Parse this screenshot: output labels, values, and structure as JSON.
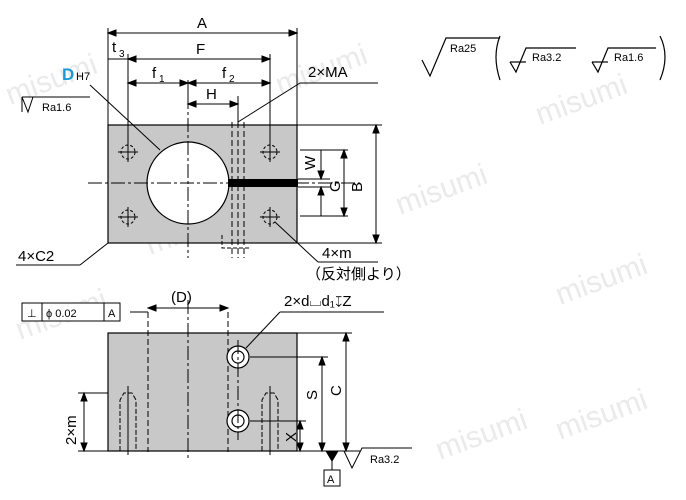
{
  "watermark": "misumi",
  "colors": {
    "part_fill": "#c8c8c8",
    "accent_blue": "#1a9ad6",
    "line": "#000000"
  },
  "top_view": {
    "dims": {
      "A": "A",
      "F": "F",
      "t3": "t",
      "t3_sub": "3",
      "f1": "f",
      "f1_sub": "1",
      "f2": "f",
      "f2_sub": "2",
      "H": "H",
      "two_ma": "2×MA",
      "W": "W",
      "G": "G",
      "B": "B",
      "four_c2": "4×C2",
      "four_m": "4×m",
      "four_m_note": "（反対側より）"
    },
    "bore": {
      "symbol": "D",
      "tolerance": "H7",
      "roughness": "Ra1.6"
    }
  },
  "surface_finish": {
    "main": "Ra25",
    "alt1": "Ra3.2",
    "alt2": "Ra1.6"
  },
  "front_view": {
    "tolerance_frame": {
      "symbol": "⊥",
      "value": "ϕ 0.02",
      "datum": "A"
    },
    "D_ref": "(D)",
    "counterbore": "2×d⌴d₁↧Z",
    "S": "S",
    "C": "C",
    "X": "X",
    "two_m": "2×m",
    "roughness": "Ra3.2",
    "datum": "A"
  }
}
